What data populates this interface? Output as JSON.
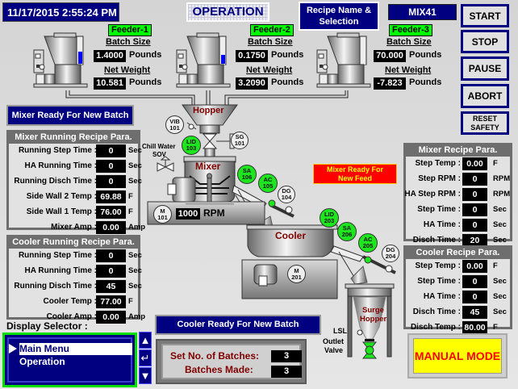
{
  "header": {
    "datetime": "11/17/2015 2:55:24 PM",
    "screen_title": "OPERATION",
    "recipe_button": "Recipe Name & Selection",
    "recipe_name": "MIX41"
  },
  "controls": {
    "start": "START",
    "stop": "STOP",
    "pause": "PAUSE",
    "abort": "ABORT",
    "reset_safety": "RESET SAFETY"
  },
  "feeders": [
    {
      "name": "Feeder-1",
      "batch_size_label": "Batch Size",
      "batch_size": "1.4000",
      "batch_unit": "Pounds",
      "net_weight_label": "Net Weight",
      "net_weight": "10.581",
      "net_unit": "Pounds",
      "level_fraction": 0.45
    },
    {
      "name": "Feeder-2",
      "batch_size_label": "Batch Size",
      "batch_size": "0.1750",
      "batch_unit": "Pounds",
      "net_weight_label": "Net Weight",
      "net_weight": "3.2090",
      "net_unit": "Pounds",
      "level_fraction": 0.35
    },
    {
      "name": "Feeder-3",
      "batch_size_label": "Batch Size",
      "batch_size": "70.000",
      "batch_unit": "Pounds",
      "net_weight_label": "Net Weight",
      "net_weight": "-7.823",
      "net_unit": "Pounds",
      "level_fraction": 0.0
    }
  ],
  "mixer_status": "Mixer Ready For New Batch",
  "mixer_running": {
    "title": "Mixer Running Recipe Para.",
    "rows": [
      {
        "label": "Running Step Time :",
        "value": "0",
        "unit": "Sec"
      },
      {
        "label": "HA Running Time :",
        "value": "0",
        "unit": "Sec"
      },
      {
        "label": "Running Disch Time :",
        "value": "0",
        "unit": "Sec"
      },
      {
        "label": "Side Wall 2 Temp :",
        "value": "69.88",
        "unit": "F"
      },
      {
        "label": "Side Wall 1 Temp :",
        "value": "76.00",
        "unit": "F"
      },
      {
        "label": "Mixer Amp :",
        "value": "0.00",
        "unit": "Amp"
      }
    ]
  },
  "cooler_running": {
    "title": "Cooler Running Recipe Para.",
    "rows": [
      {
        "label": "Running Step Time :",
        "value": "0",
        "unit": "Sec"
      },
      {
        "label": "HA Running Time :",
        "value": "0",
        "unit": "Sec"
      },
      {
        "label": "Running Disch Time :",
        "value": "45",
        "unit": "Sec"
      },
      {
        "label": "Cooler Temp :",
        "value": "77.00",
        "unit": "F"
      },
      {
        "label": "Cooler Amp :",
        "value": "0.00",
        "unit": "Amp"
      }
    ]
  },
  "mixer_recipe": {
    "title": "Mixer Recipe Para.",
    "rows": [
      {
        "label": "Step Temp :",
        "value": "0.00",
        "unit": "F"
      },
      {
        "label": "Step RPM :",
        "value": "0",
        "unit": "RPM"
      },
      {
        "label": "HA Step RPM :",
        "value": "0",
        "unit": "RPM"
      },
      {
        "label": "Step Time :",
        "value": "0",
        "unit": "Sec"
      },
      {
        "label": "HA Time :",
        "value": "0",
        "unit": "Sec"
      },
      {
        "label": "Disch Time :",
        "value": "20",
        "unit": "Sec"
      }
    ]
  },
  "cooler_recipe": {
    "title": "Cooler Recipe Para.",
    "rows": [
      {
        "label": "Step Temp :",
        "value": "0.00",
        "unit": "F"
      },
      {
        "label": "Step Time :",
        "value": "0",
        "unit": "Sec"
      },
      {
        "label": "HA Time :",
        "value": "0",
        "unit": "Sec"
      },
      {
        "label": "Disch Time :",
        "value": "45",
        "unit": "Sec"
      },
      {
        "label": "Disch Temp :",
        "value": "80.00",
        "unit": "F"
      }
    ]
  },
  "process": {
    "hopper_label": "Hopper",
    "mixer_label": "Mixer",
    "cooler_label": "Cooler",
    "surge_hopper_label_1": "Surge",
    "surge_hopper_label_2": "Hopper",
    "chill_water_1": "Chill Water",
    "chill_water_2": "SOV",
    "mixer_rpm": "1000",
    "rpm_unit": "RPM",
    "lsl_label": "LSL",
    "outlet_valve_1": "Outlet",
    "outlet_valve_2": "Valve",
    "alert_line1": "Mixer Ready For",
    "alert_line2": "New Feed",
    "tags": {
      "vib101": [
        "VIB",
        "101"
      ],
      "sg101": [
        "SG",
        "101"
      ],
      "lid103": [
        "LID",
        "103"
      ],
      "sa106": [
        "SA",
        "106"
      ],
      "ac105": [
        "AC",
        "105"
      ],
      "dg104": [
        "DG",
        "104"
      ],
      "m101": [
        "M",
        "101"
      ],
      "lid203": [
        "LID",
        "203"
      ],
      "sa206": [
        "SA",
        "206"
      ],
      "ac205": [
        "AC",
        "205"
      ],
      "dg204": [
        "DG",
        "204"
      ],
      "m201": [
        "M",
        "201"
      ]
    }
  },
  "cooler_status": "Cooler Ready For New Batch",
  "batches": {
    "set_label": "Set No. of Batches:",
    "set_value": "3",
    "made_label": "Batches Made:",
    "made_value": "3"
  },
  "display_selector": {
    "label": "Display Selector :",
    "items": [
      "Main Menu",
      "Operation"
    ],
    "selected": "Main Menu"
  },
  "mode": "MANUAL MODE",
  "colors": {
    "navy": "#000080",
    "indicator_on": "#1ee61e",
    "alert_bg": "#ff0000",
    "alert_text": "#ffff00",
    "mode_bg": "#ffff00",
    "mode_text": "#ff0000",
    "process_label": "#800000"
  }
}
